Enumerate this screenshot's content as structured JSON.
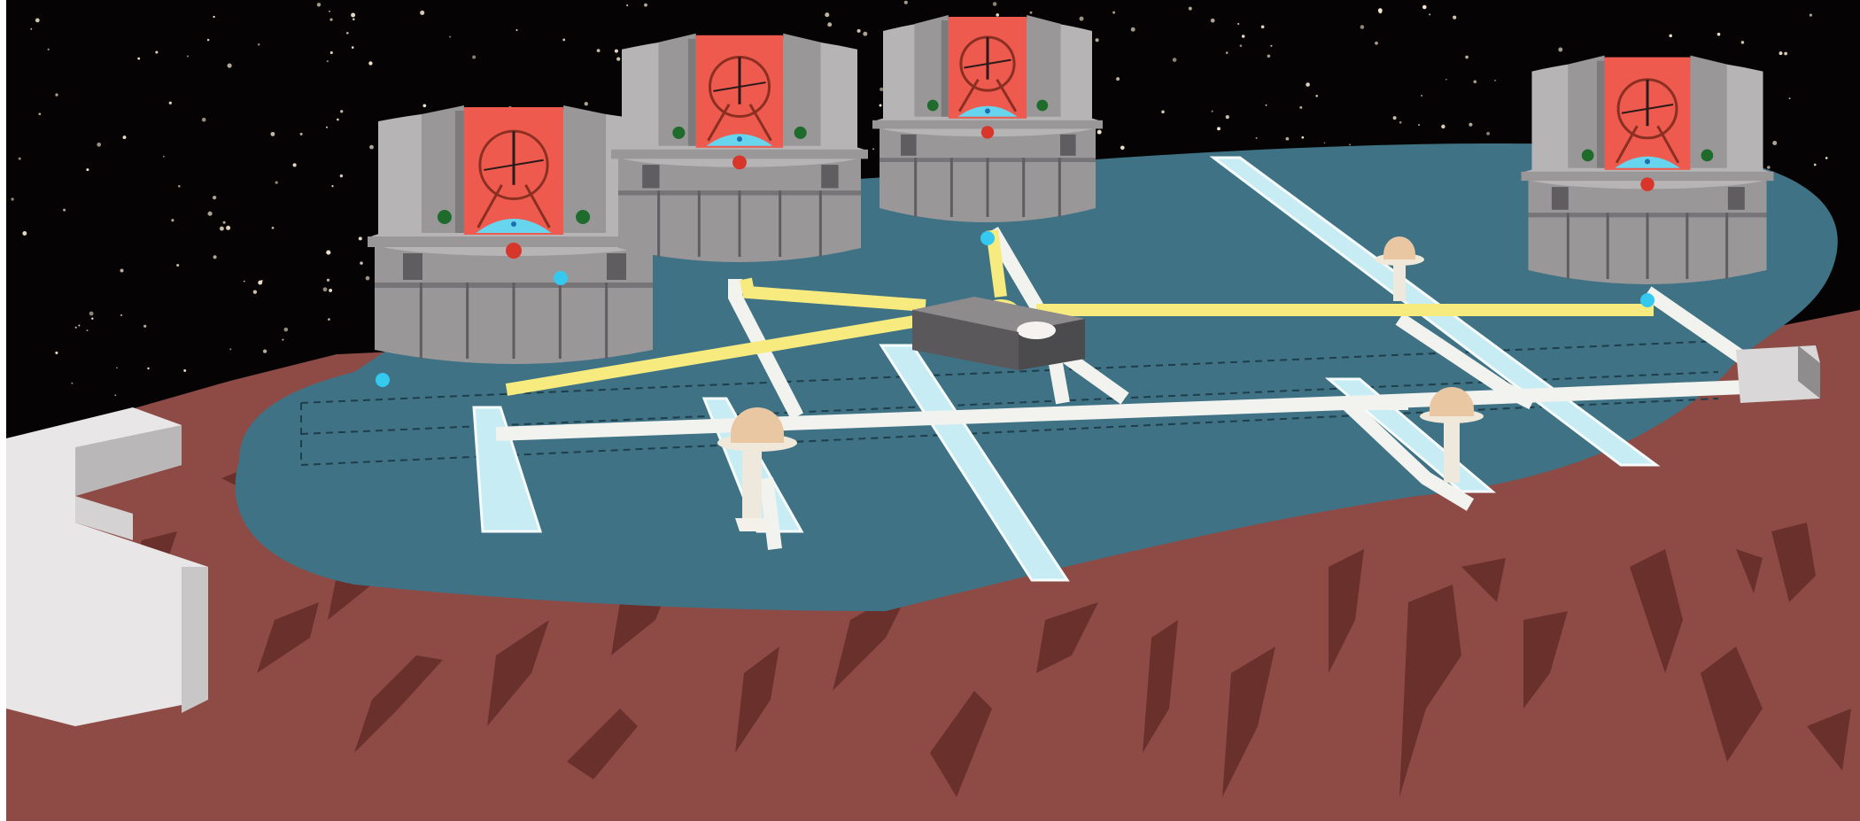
{
  "scene": {
    "subject": "observatory-interferometer-illustration",
    "colors": {
      "sky": "#050303",
      "star": "#f4e6cf",
      "rock": "#8e4b45",
      "rock_crack": "#6a302c",
      "plateau": "#3f7285",
      "dome_light": "#b7b4b6",
      "dome_mid": "#9a9799",
      "dome_dark": "#5f5d60",
      "slit_red": "#ee5a4e",
      "mirror_cyan": "#67d5ee",
      "beam_yellow": "#f7eb80",
      "tunnel_white": "#f2f2ee",
      "trench_cyan": "#c7ecf3",
      "aux_tan": "#e9c7a3"
    },
    "elements": {
      "unit_telescopes": 4,
      "auxiliary_telescopes": 3,
      "central_building": 1
    }
  }
}
